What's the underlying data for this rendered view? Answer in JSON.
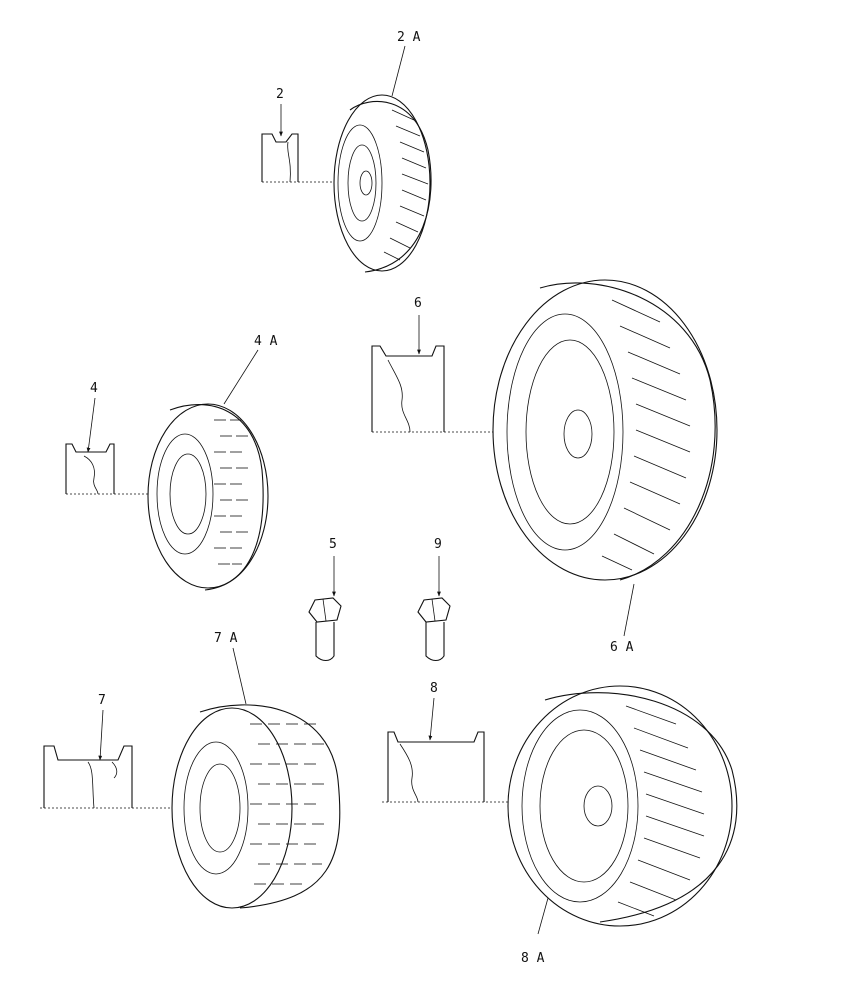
{
  "callouts": {
    "c2": "2",
    "c2a": "2 A",
    "c4": "4",
    "c4a": "4 A",
    "c5": "5",
    "c6": "6",
    "c6a": "6 A",
    "c7": "7",
    "c7a": "7 A",
    "c8": "8",
    "c8a": "8 A",
    "c9": "9"
  },
  "parts": {
    "p2": "rim",
    "p2a": "tyre",
    "p4": "rim",
    "p4a": "tyre",
    "p5": "bolt",
    "p6": "rim",
    "p6a": "tyre",
    "p7": "rim",
    "p7a": "tyre",
    "p8": "rim",
    "p8a": "tyre",
    "p9": "bolt"
  }
}
